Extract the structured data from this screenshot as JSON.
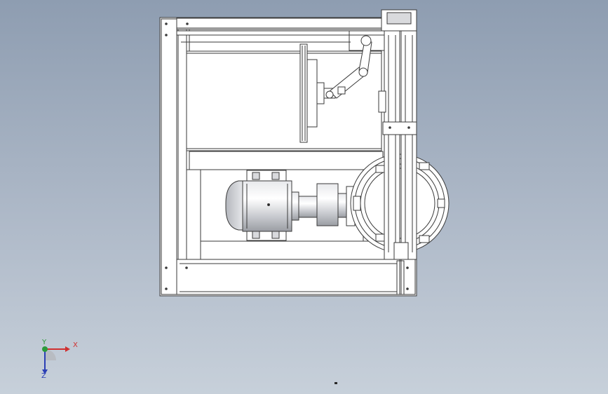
{
  "viewport": {
    "background_top": "#8e9db1",
    "background_bottom": "#c7d0da",
    "line_color": "#3a3a3a",
    "part_fill": "#ffffff",
    "shade_color": "#b8bcc2"
  },
  "triad": {
    "x_label": "X",
    "y_label": "Y",
    "z_label": "Z",
    "x_color": "#d03030",
    "y_color": "#2a9a3a",
    "z_color": "#2b3fb5"
  },
  "model_parts": [
    "frame",
    "top-rail",
    "bottom-rail",
    "table-plate",
    "grinding-disc",
    "robot-arm",
    "motor",
    "coupling",
    "ring-fixture",
    "vertical-column"
  ]
}
